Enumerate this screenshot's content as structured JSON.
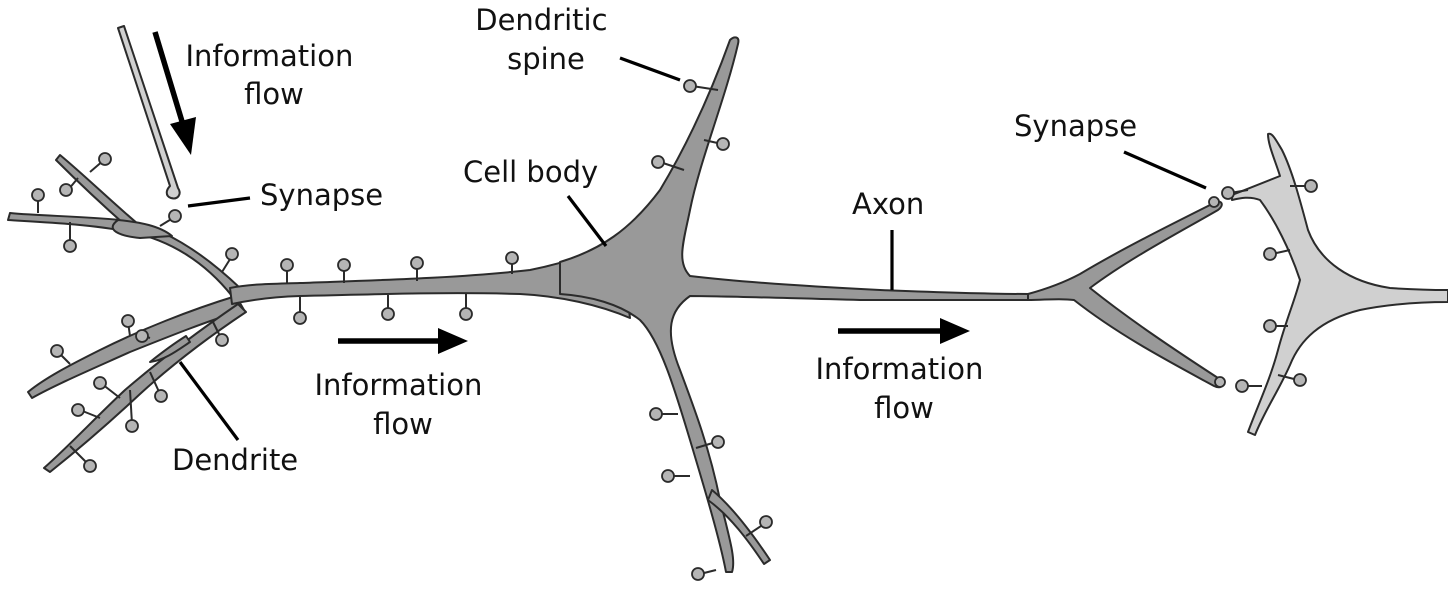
{
  "labels": {
    "information_flow_top": [
      "Information",
      "flow"
    ],
    "synapse_left": "Synapse",
    "dendritic_spine": [
      "Dendritic",
      "spine"
    ],
    "cell_body": "Cell body",
    "axon": "Axon",
    "synapse_right": "Synapse",
    "information_flow_middle": [
      "Information",
      "flow"
    ],
    "information_flow_right": [
      "Information",
      "flow"
    ],
    "dendrite": "Dendrite"
  },
  "colors": {
    "neuron_fill": "#999999",
    "receiving_neuron_fill": "#d0d0d0",
    "outline": "#2b2b2b",
    "arrow": "#000000"
  }
}
